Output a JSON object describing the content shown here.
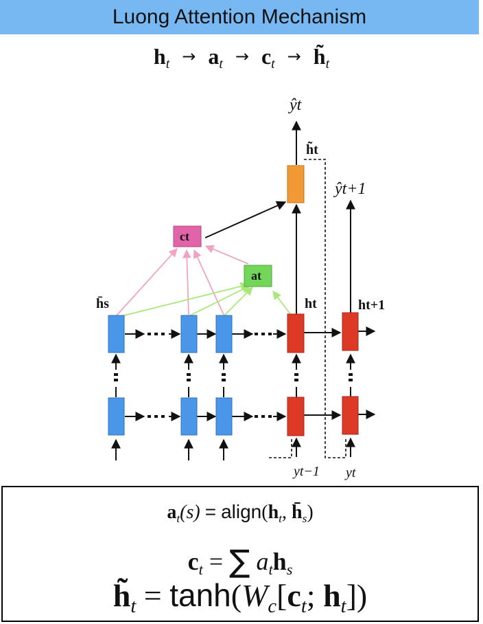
{
  "title": "Luong Attention Mechanism",
  "pipeline": {
    "steps": [
      "h",
      "a",
      "c",
      "h̃"
    ],
    "subscript": "t",
    "arrow": "→"
  },
  "diagram": {
    "labels": {
      "y_hat_t": "ŷt",
      "h_tilde_t": "h̃t",
      "y_hat_t1": "ŷt+1",
      "c_t": "ct",
      "a_t": "at",
      "h_bar_s": "h̄s",
      "h_t": "ht",
      "h_t1": "ht+1",
      "y_t_minus_1": "yt−1",
      "y_t": "yt"
    },
    "colors": {
      "encoder": "#4a97ea",
      "decoder": "#dc3a27",
      "attentional_output": "#f09a35",
      "context": "#e264a8",
      "alignment": "#73d65a",
      "context_arrows": "#f2a3c4",
      "alignment_arrows": "#a7e878"
    }
  },
  "formulas": {
    "f1": {
      "lhs": "a",
      "lhs_sub": "t",
      "arg": "(s)",
      "eq": "=",
      "fn": "align",
      "open": "(",
      "h": "h",
      "h_sub": "t",
      "comma": ",",
      "hbar": "h̄",
      "hbar_sub": "s",
      "close": ")"
    },
    "f2": {
      "lhs": "c",
      "lhs_sub": "t",
      "eq": "=",
      "sigma": "∑",
      "a": "a",
      "a_sub": "t",
      "h": "h",
      "h_sub": "s"
    },
    "f3": {
      "lhs": "h̃",
      "lhs_sub": "t",
      "eq": "=",
      "fn": "tanh",
      "open": "(",
      "W": "W",
      "W_sub": "c",
      "bopen": "[",
      "c": "c",
      "c_sub": "t",
      "semi": ";",
      "h": "h",
      "h_sub": "t",
      "bclose": "]",
      "close": ")"
    }
  }
}
